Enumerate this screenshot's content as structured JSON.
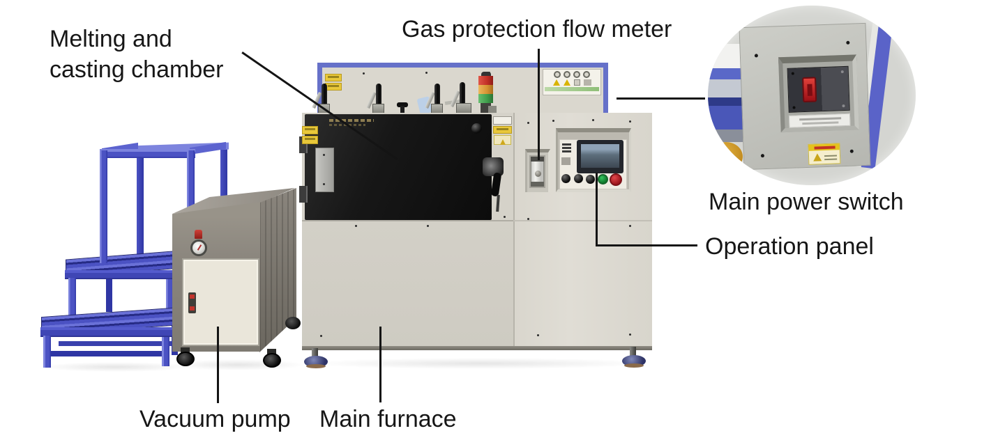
{
  "labels": {
    "melting_line1": "Melting and",
    "melting_line2": "casting chamber",
    "gas": "Gas protection flow meter",
    "main_power": "Main power switch",
    "operation": "Operation panel",
    "vacuum": "Vacuum pump",
    "main_furnace": "Main furnace"
  },
  "colors": {
    "annotation_line": "#141414",
    "frame_blue": "#6671c9",
    "ladder_blue": "#4b52c3",
    "furnace_body": "#d5d2c9",
    "chamber_black": "#161616",
    "signal_red": "#c13026",
    "signal_amber": "#d59333",
    "signal_green": "#3f9d4b",
    "button_green": "#1d9e43",
    "button_red": "#c2222a",
    "power_rocker_red": "#cc2630",
    "warning_yellow": "#e9c83a",
    "pump_gray": "#8a857d"
  }
}
